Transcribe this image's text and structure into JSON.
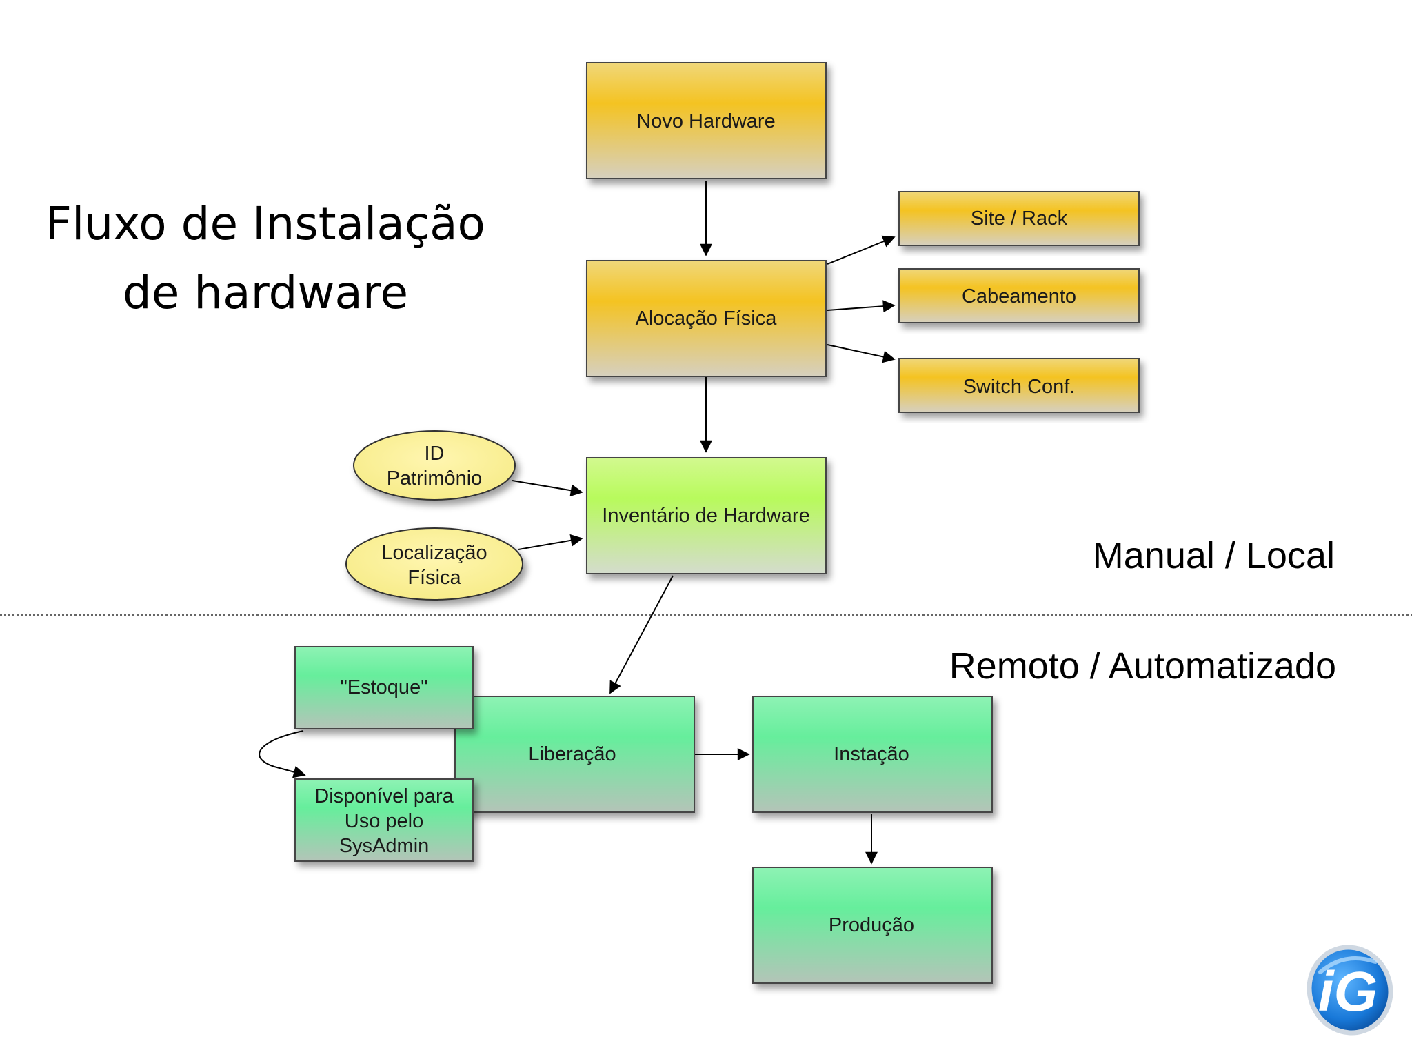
{
  "title": {
    "line1": "Fluxo de Instalação",
    "line2": "de hardware"
  },
  "regions": {
    "upper": "Manual / Local",
    "lower": "Remoto / Automatizado"
  },
  "nodes": {
    "novo_hardware": "Novo Hardware",
    "alocacao_fisica": "Alocação Física",
    "site_rack": "Site / Rack",
    "cabeamento": "Cabeamento",
    "switch_conf": "Switch Conf.",
    "id_patrimonio": [
      "ID",
      "Patrimônio"
    ],
    "localizacao_fisica": [
      "Localização",
      "Física"
    ],
    "inventario": "Inventário de Hardware",
    "estoque": "\"Estoque\"",
    "disponivel": [
      "Disponível para",
      "Uso pelo",
      "SysAdmin"
    ],
    "liberacao": "Liberação",
    "instacao": "Instação",
    "producao": "Produção"
  },
  "logo": {
    "text": "iG"
  },
  "colors": {
    "yellow_top": "#f4c322",
    "yellow_bottom": "#d9d2bd",
    "green_top": "#66ee9c",
    "green_bottom": "#b4c4b8",
    "inventory_top": "#b8fa5c",
    "inventory_bottom": "#d4dccd",
    "ellipse_fill": "#fbf29b",
    "logo_blue": "#1878d8"
  }
}
